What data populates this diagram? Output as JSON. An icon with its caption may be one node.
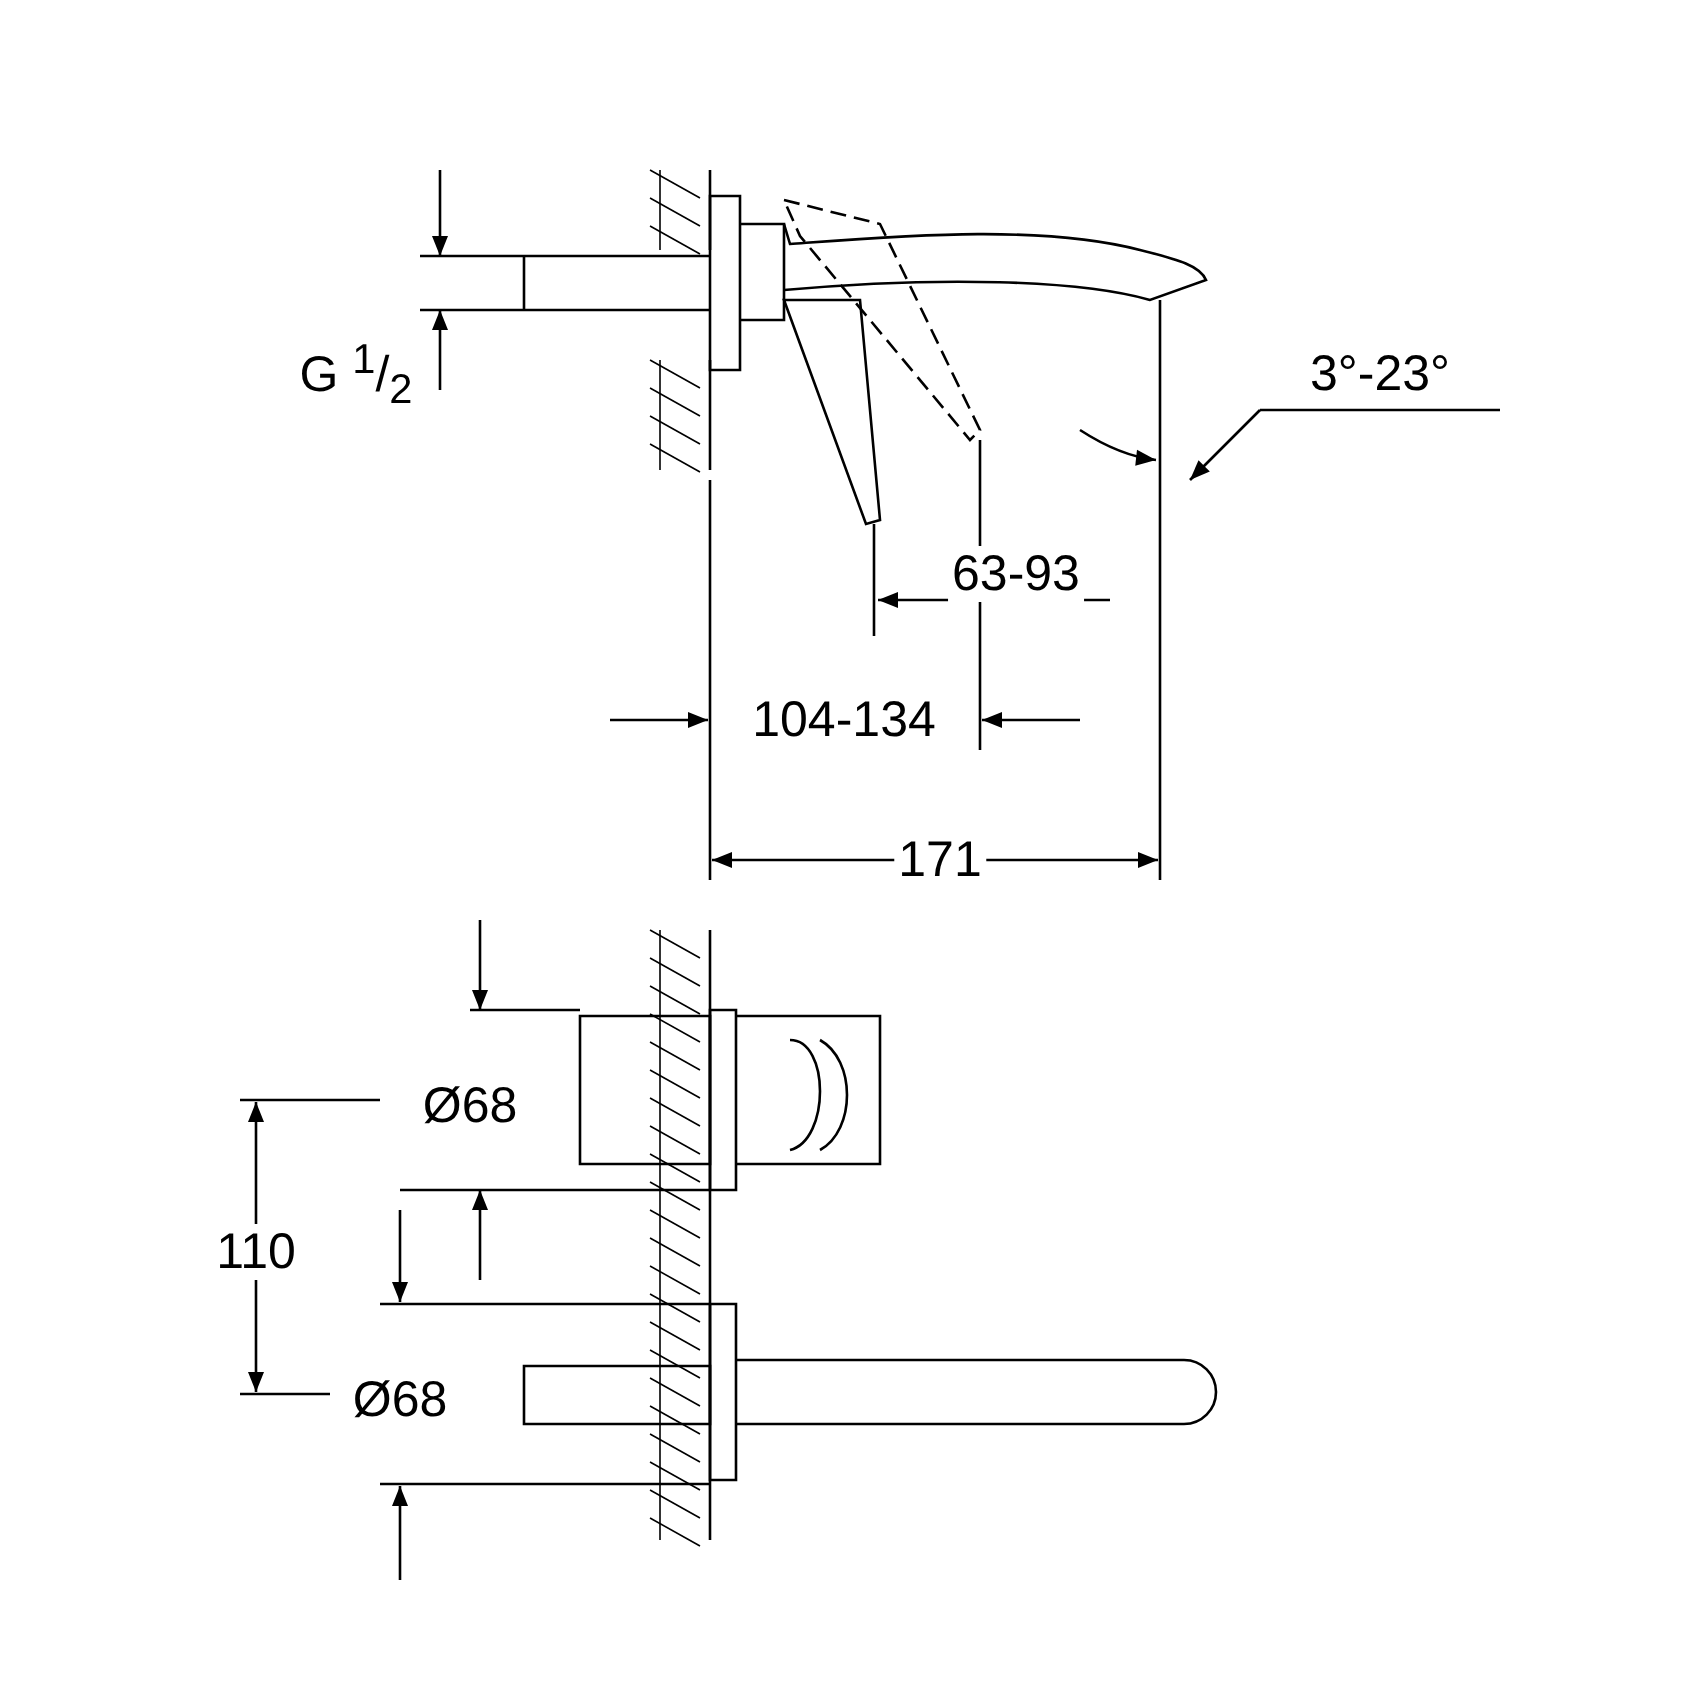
{
  "diagram": {
    "labels": [
      "G $^{1}$/$_{2}$",
      "3°-23°",
      "63-93",
      "104-134",
      "171",
      "Ø68",
      "110",
      "Ø68"
    ]
  }
}
